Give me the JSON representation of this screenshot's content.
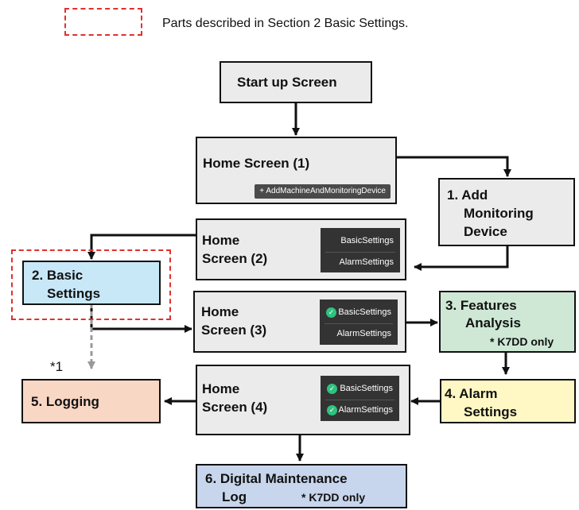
{
  "legend": {
    "text": "Parts described in Section 2 Basic Settings."
  },
  "boxes": {
    "startup": {
      "title": "Start up Screen"
    },
    "home1": {
      "title": "Home Screen (1)",
      "button": "+ AddMachineAndMonitoringDevice"
    },
    "home2": {
      "line1": "Home",
      "line2": "Screen (2)",
      "item1": "BasicSettings",
      "item2": "AlarmSettings"
    },
    "home3": {
      "line1": "Home",
      "line2": "Screen (3)",
      "item1": "BasicSettings",
      "item2": "AlarmSettings"
    },
    "home4": {
      "line1": "Home",
      "line2": "Screen (4)",
      "item1": "BasicSettings",
      "item2": "AlarmSettings"
    },
    "add_device": {
      "line1": "1. Add",
      "line2": "Monitoring",
      "line3": "Device"
    },
    "basic_settings": {
      "line1": "2. Basic",
      "line2": "Settings"
    },
    "features": {
      "line1": "3. Features",
      "line2": "Analysis",
      "note": "* K7DD only"
    },
    "alarm": {
      "line1": "4. Alarm",
      "line2": "Settings"
    },
    "logging": {
      "title": "5. Logging"
    },
    "maintenance": {
      "line1": "6. Digital Maintenance",
      "line2": "Log",
      "note": "* K7DD only"
    }
  },
  "footnote_marker": "*1",
  "icons": {
    "check": "check-circle-icon"
  },
  "colors": {
    "gray_box": "#ebebeb",
    "basic_settings": "#c8e8f8",
    "features": "#cfe8d6",
    "alarm": "#fff8c4",
    "logging": "#f9d7c5",
    "maintenance": "#c7d6ec",
    "legend_dash": "#e03030",
    "check": "#2ec27e"
  }
}
